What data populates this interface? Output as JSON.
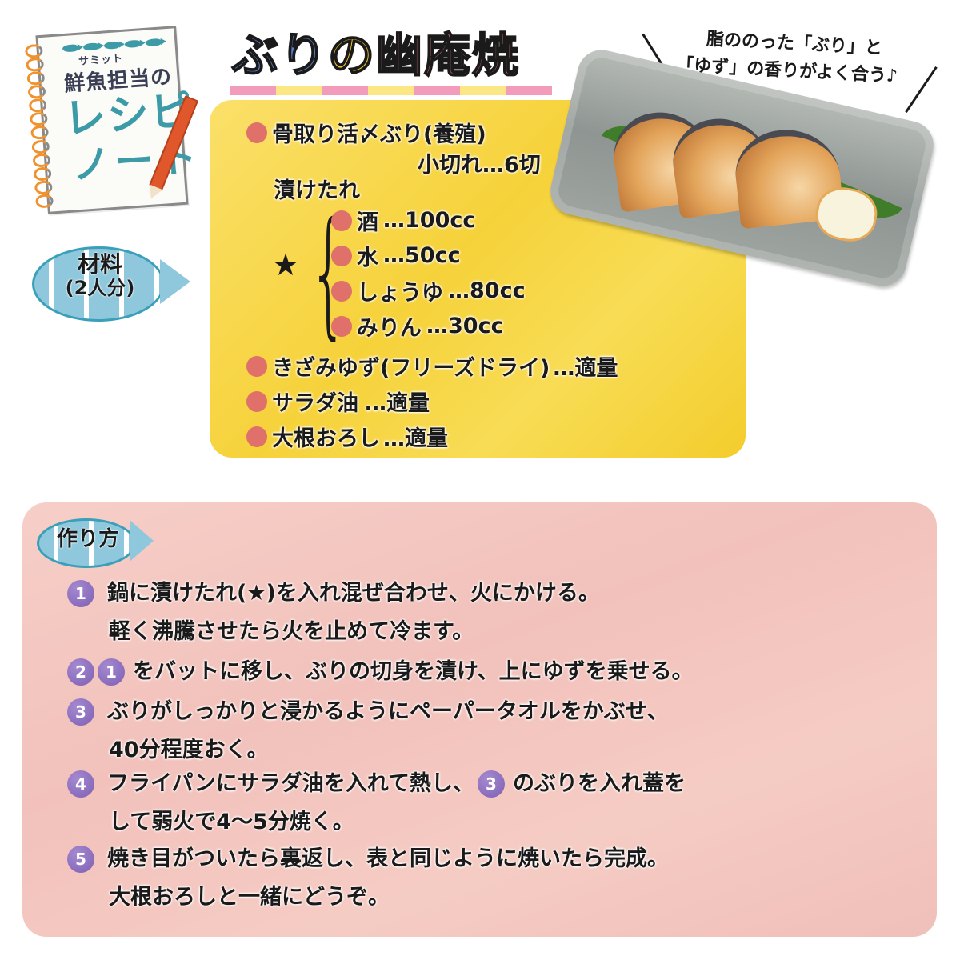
{
  "logo": {
    "subtitle": "サミット",
    "line1": "鮮魚担当の",
    "line2": "レシピ",
    "line3": "ノート"
  },
  "title": {
    "part1": "ぶり",
    "part2": "の",
    "part3": "幽庵焼",
    "stripe_colors": [
      "#f29bbb",
      "#fbe784",
      "#f29bbb",
      "#fbe784",
      "#f29bbb",
      "#fbe784",
      "#f29bbb"
    ]
  },
  "tagline": {
    "line1": "脂ののった「ぶり」と",
    "line2": "「ゆず」の香りがよく合う♪"
  },
  "ingredients_label": {
    "title": "材料",
    "servings": "(2人分)"
  },
  "ingredients": {
    "main": {
      "name": "骨取り活〆ぶり(養殖)",
      "amount": "小切れ…6切"
    },
    "marinade_label": "漬けたれ",
    "marinade_symbol": "★",
    "marinade": [
      {
        "name": "酒",
        "amount": "…100cc"
      },
      {
        "name": "水",
        "amount": "…50cc"
      },
      {
        "name": "しょうゆ",
        "amount": "…80cc"
      },
      {
        "name": "みりん",
        "amount": "…30cc"
      }
    ],
    "others": [
      {
        "name": "きざみゆず(フリーズドライ)",
        "amount": "…適量"
      },
      {
        "name": "サラダ油",
        "amount": "…適量"
      },
      {
        "name": "大根おろし",
        "amount": "…適量"
      }
    ]
  },
  "method_label": "作り方",
  "steps": [
    {
      "number": "1",
      "line1": "鍋に漬けたれ(★)を入れ混ぜ合わせ、火にかける。",
      "line2": "軽く沸騰させたら火を止めて冷ます。"
    },
    {
      "number": "2",
      "ref": "1",
      "line1": "をバットに移し、ぶりの切身を漬け、上にゆずを乗せる。",
      "line2": ""
    },
    {
      "number": "3",
      "line1": "ぶりがしっかりと浸かるようにペーパータオルをかぶせ、",
      "line2": "40分程度おく。"
    },
    {
      "number": "4",
      "line1a": "フライパンにサラダ油を入れて熱し、",
      "ref": "3",
      "line1b": "のぶりを入れ蓋を",
      "line2": "して弱火で4～5分焼く。"
    },
    {
      "number": "5",
      "line1": "焼き目がついたら裏返し、表と同じように焼いたら完成。",
      "line2": "大根おろしと一緒にどうぞ。"
    }
  ],
  "colors": {
    "yellow_card": "#f6d23a",
    "pink_card": "#f2c1bb",
    "bullet": "#e0706a",
    "badge": "#7e5fb4",
    "fish_blue": "#8fc8dc"
  }
}
